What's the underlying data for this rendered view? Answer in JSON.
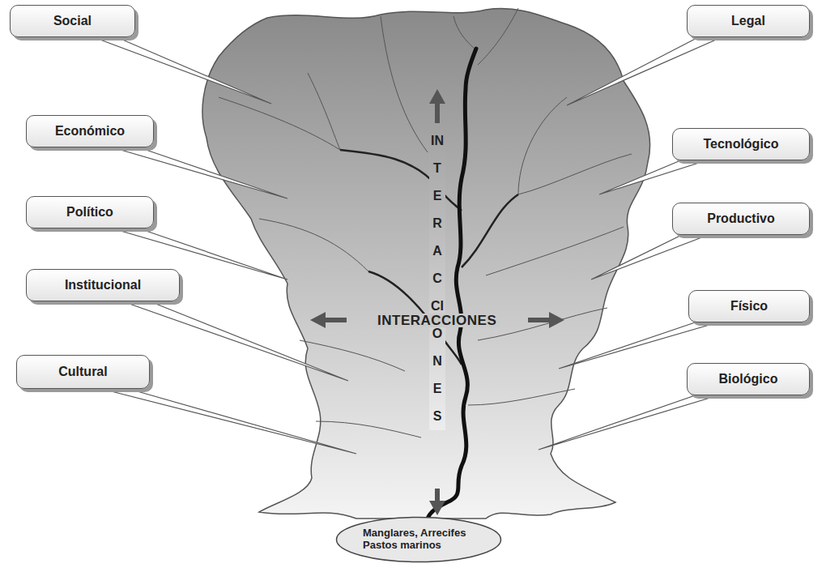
{
  "diagram": {
    "nodes": [
      {
        "text": [
          "Social"
        ]
      },
      {
        "text": [
          "Legal"
        ]
      },
      {
        "text": [
          "Económico"
        ]
      },
      {
        "text": [
          "Tecnológico"
        ]
      },
      {
        "text": [
          "Político"
        ]
      },
      {
        "text": [
          "Productivo"
        ]
      },
      {
        "text": [
          "Institucional"
        ]
      },
      {
        "text": [
          "Físico"
        ]
      },
      {
        "text": [
          "Cultural"
        ]
      },
      {
        "text": [
          "Biológico"
        ]
      },
      {
        "text": [
          "Manglares, Arrecifes Pastos marinos"
        ]
      }
    ],
    "labels": [
      "INTERACCIONES",
      "INTERACCIONES"
    ]
  }
}
